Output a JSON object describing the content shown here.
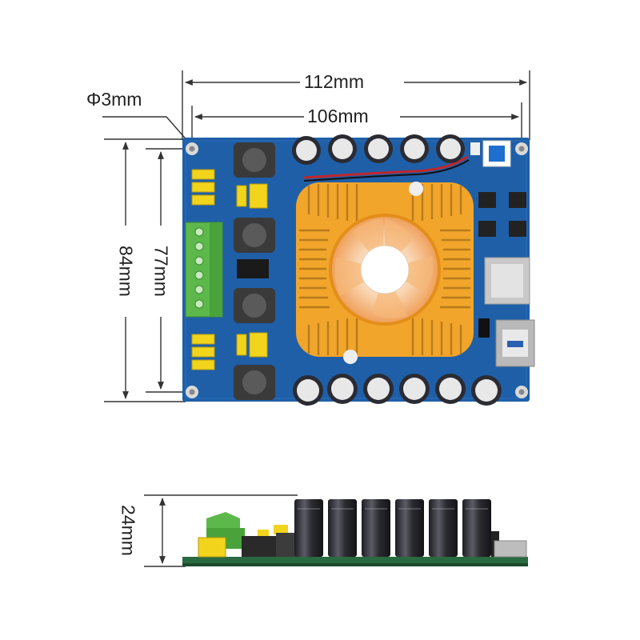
{
  "dimensions": {
    "total_width": "112mm",
    "hole_spacing_width": "106mm",
    "hole_diameter": "Φ3mm",
    "total_height": "84mm",
    "hole_spacing_height": "77mm",
    "board_thickness": "24mm"
  },
  "colors": {
    "pcb": "#1f5fa8",
    "heatsink": "#f1a52a",
    "terminal": "#5cb84a",
    "inductor": "#3a3a3a",
    "capacitor_cap": "#e8e8e8",
    "capacitor_body": "#2b2b33",
    "jumper": "#f2d41c",
    "dimension_line": "#333333"
  }
}
